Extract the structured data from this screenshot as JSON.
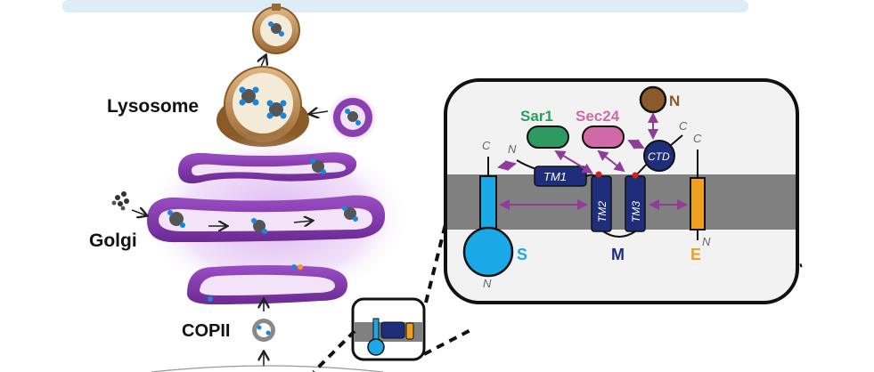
{
  "labels": {
    "lysosome": "Lysosome",
    "golgi": "Golgi",
    "copii": "COPII"
  },
  "inset": {
    "sar1": "Sar1",
    "sec24": "Sec24",
    "n_top": "N",
    "ctd": "CTD",
    "tm1": "TM1",
    "tm2": "TM2",
    "tm3": "TM3",
    "c_left": "C",
    "n_left": "N",
    "c_ctd": "C",
    "c_right": "C",
    "n_right": "N",
    "n_bottom": "N",
    "s": "S",
    "m": "M",
    "e": "E"
  },
  "colors": {
    "golgi": "#8a3fb0",
    "golgi_light": "#e6c9f2",
    "lysosome": "#b9874c",
    "sar1": "#2e9a62",
    "sec24": "#d06aa6",
    "s_protein": "#1aa9e6",
    "m_protein": "#1e2e7a",
    "e_protein": "#f0a020",
    "n_cap": "#8b5a2b",
    "membrane": "#808080",
    "arrow_purple": "#8e3d99"
  }
}
